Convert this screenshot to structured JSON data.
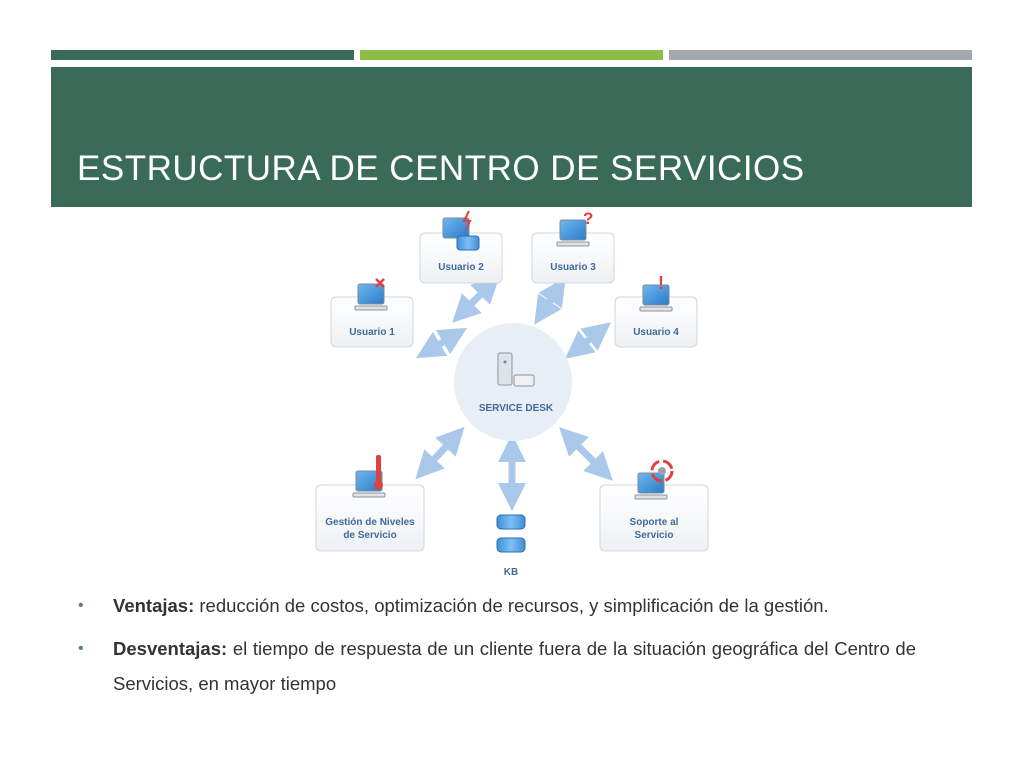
{
  "slide": {
    "title": "ESTRUCTURA DE CENTRO DE SERVICIOS"
  },
  "diagram": {
    "center_label": "SERVICE DESK",
    "nodes": [
      {
        "label": "Usuario 1",
        "badge": "x-mark"
      },
      {
        "label": "Usuario 2",
        "badge": "lightning"
      },
      {
        "label": "Usuario 3",
        "badge": "question"
      },
      {
        "label": "Usuario 4",
        "badge": "exclamation"
      },
      {
        "label_line1": "Gestión de Niveles",
        "label_line2": "de Servicio",
        "badge": "thermometer"
      },
      {
        "label_line1": "Soporte al",
        "label_line2": "Servicio",
        "badge": "gear-cycle"
      }
    ],
    "kb_label": "KB"
  },
  "bullets": [
    {
      "label": "Ventajas:",
      "text": " reducción de costos, optimización de recursos, y simplificación de la gestión."
    },
    {
      "label": "Desventajas:",
      "text": " el tiempo de respuesta de un cliente fuera de la situación geográfica del Centro de Servicios, en mayor tiempo"
    }
  ],
  "colors": {
    "title_band": "#3a6b59",
    "bar_green": "#8dbd48",
    "bar_gray": "#a3a8ae",
    "arrow": "#a9c8ea",
    "node_text": "#3f6a9a"
  }
}
